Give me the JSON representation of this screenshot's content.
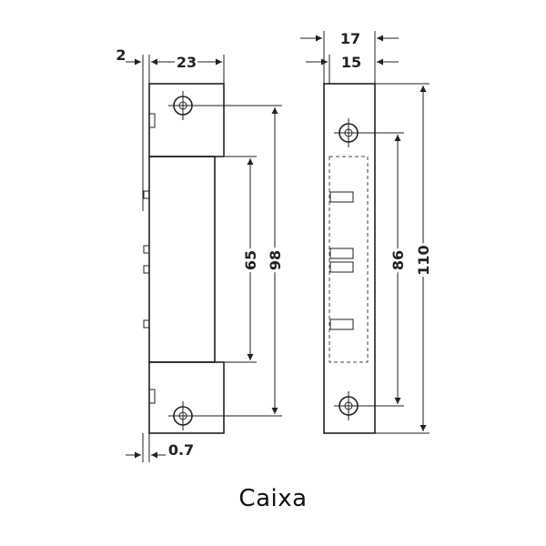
{
  "caption": "Caixa",
  "dimensions": {
    "left_edge": "2",
    "left_width": "23",
    "left_inner_height": "65",
    "left_total_height": "98",
    "left_lip": "0.7",
    "right_outer_width": "17",
    "right_inner_width": "15",
    "right_hole_spacing": "86",
    "right_total_height": "110"
  }
}
